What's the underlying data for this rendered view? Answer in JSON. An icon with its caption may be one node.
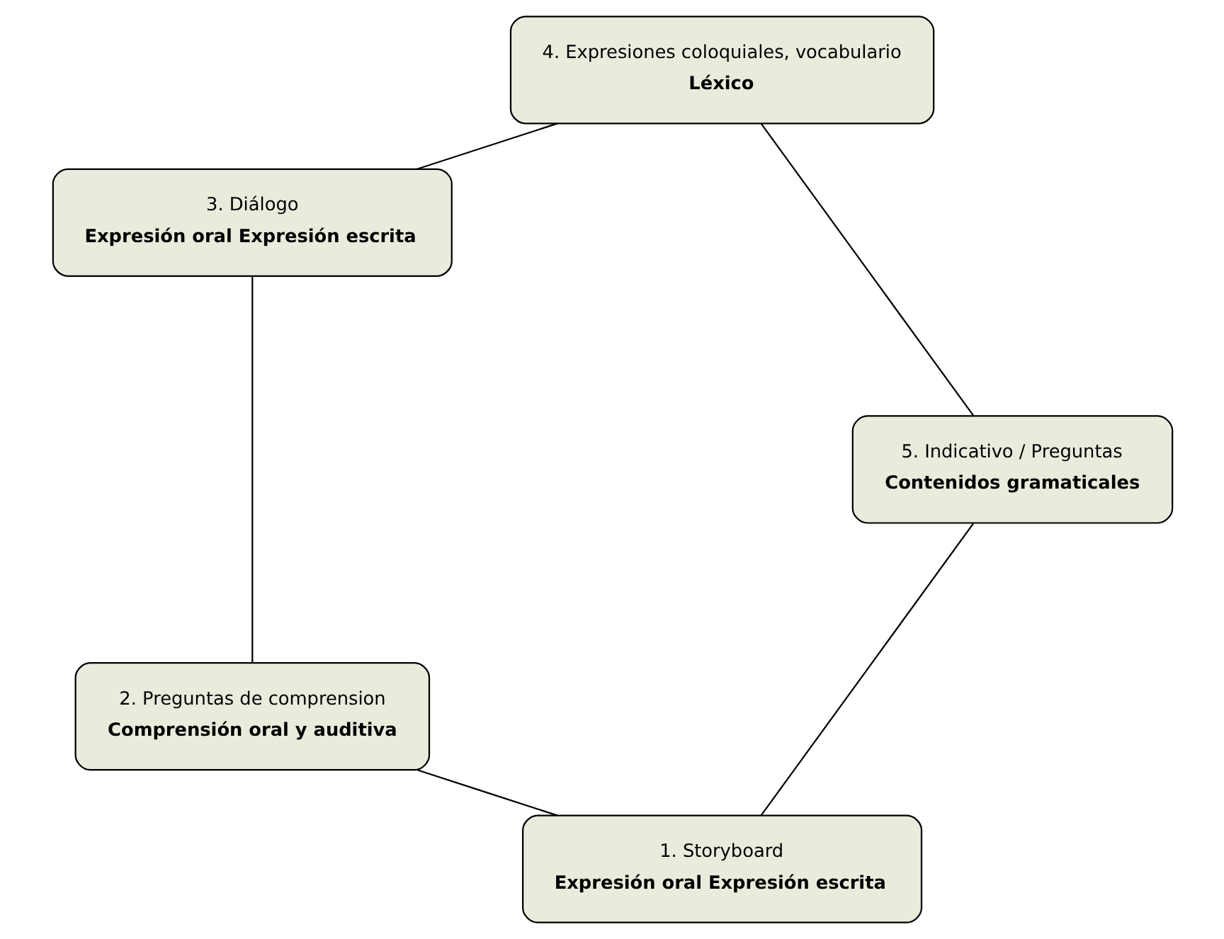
{
  "diagram": {
    "nodes": [
      {
        "text": [
          "1. Storyboard",
          "Expresión oral Expresión escrita"
        ]
      },
      {
        "text": [
          "2. Preguntas de comprension",
          "Comprensión oral y auditiva"
        ]
      },
      {
        "text": [
          "3. Diálogo",
          "Expresión oral Expresión escrita"
        ]
      },
      {
        "text": [
          "4. Expresiones coloquiales, vocabulario",
          "Léxico"
        ]
      },
      {
        "text": [
          "5. Indicativo / Preguntas",
          "Contenidos gramaticales"
        ]
      }
    ],
    "edges": [
      {
        "from": 0,
        "to": 1,
        "arrow": "none"
      },
      {
        "from": 1,
        "to": 2,
        "arrow": "none"
      },
      {
        "from": 2,
        "to": 3,
        "arrow": "none"
      },
      {
        "from": 3,
        "to": 4,
        "arrow": "none"
      },
      {
        "from": 4,
        "to": 0,
        "arrow": "none"
      }
    ]
  }
}
